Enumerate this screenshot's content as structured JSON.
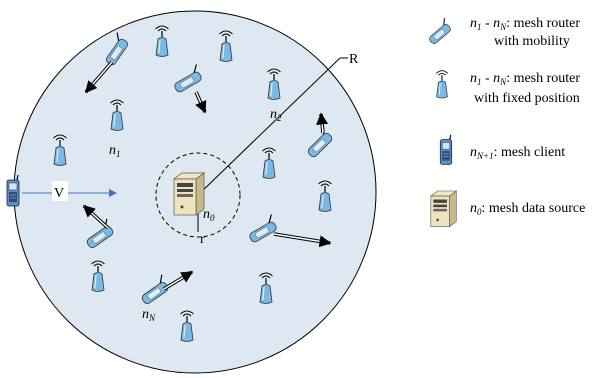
{
  "diagram": {
    "labels": {
      "R": "R",
      "r": "r",
      "V": "V",
      "n1": "n",
      "n1_sub": "1",
      "n2": "n",
      "n2_sub": "2",
      "nN": "n",
      "nN_sub": "N",
      "n0": "n",
      "n0_sub": "0"
    },
    "legend": [
      {
        "icon": "mobile-router-icon",
        "sym": "n",
        "sub1": "1",
        "dash": " - ",
        "sym2": "n",
        "sub2": "N",
        "text": ": mesh router",
        "line2": "with mobility"
      },
      {
        "icon": "fixed-router-icon",
        "sym": "n",
        "sub1": "1",
        "dash": " - ",
        "sym2": "n",
        "sub2": "N",
        "text": ": mesh router",
        "line2": "with fixed position"
      },
      {
        "icon": "client-phone-icon",
        "sym": "n",
        "sub1": "N+1",
        "text": ": mesh client"
      },
      {
        "icon": "server-icon",
        "sym": "n",
        "sub1": "0",
        "text": ": mesh data source"
      }
    ],
    "colors": {
      "area_fill": "#dde8f2",
      "router_body": "#7ab8e6",
      "client_body": "#5a8fc8",
      "arrow_blue": "#4472c4"
    }
  }
}
